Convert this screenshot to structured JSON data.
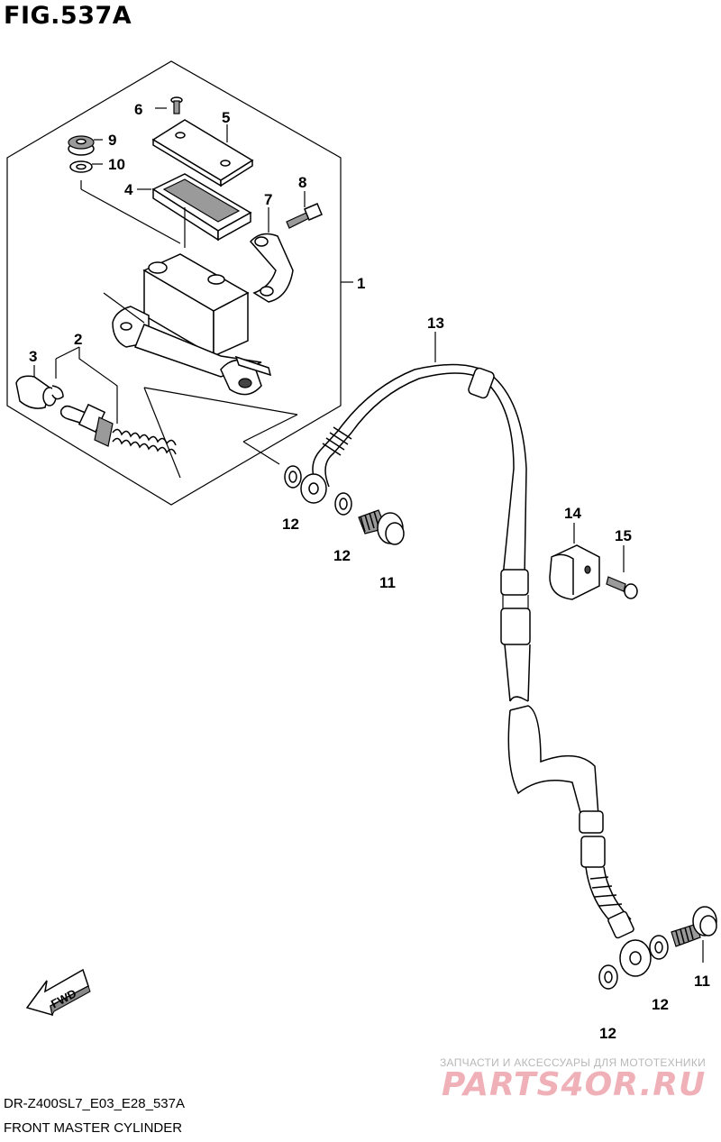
{
  "figure": {
    "title": "FIG.537A",
    "code": "DR-Z400SL7_E03_E28_537A",
    "name": "FRONT MASTER CYLINDER"
  },
  "fwd_label": "FWD",
  "callouts": {
    "c1": "1",
    "c2": "2",
    "c3": "3",
    "c4": "4",
    "c5": "5",
    "c6": "6",
    "c7": "7",
    "c8": "8",
    "c9": "9",
    "c10": "10",
    "c11a": "11",
    "c11b": "11",
    "c12a": "12",
    "c12b": "12",
    "c12c": "12",
    "c12d": "12",
    "c13": "13",
    "c14": "14",
    "c15": "15"
  },
  "watermark": {
    "tagline": "ЗАПЧАСТИ И АКСЕССУАРЫ ДЛЯ МОТОТЕХНИКИ",
    "logo": "PARTS4OR.RU"
  }
}
